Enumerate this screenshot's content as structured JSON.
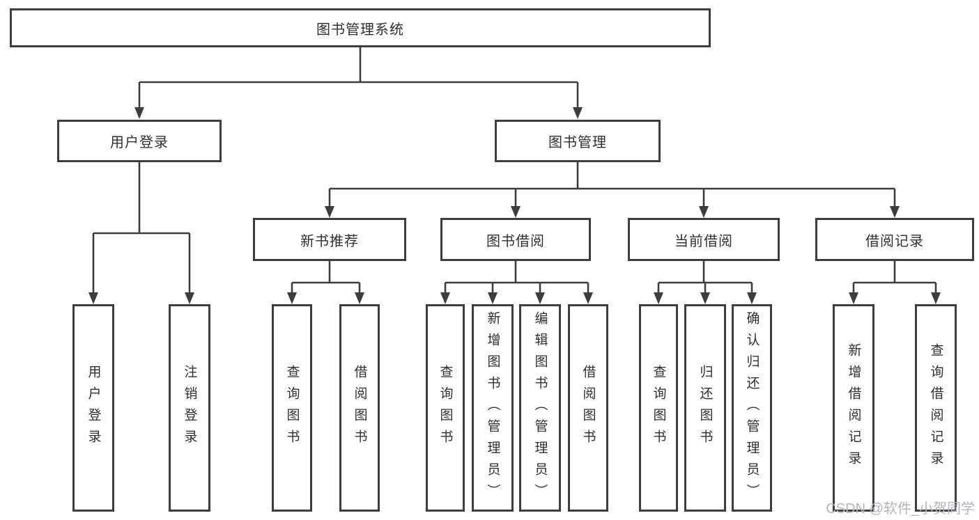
{
  "nodes": {
    "root": "图书管理系统",
    "user_login": "用户登录",
    "book_management": "图书管理",
    "new_book_recommend": "新书推荐",
    "book_borrow": "图书借阅",
    "current_borrow": "当前借阅",
    "borrow_records": "借阅记录",
    "leaf_user_login": "用户登录",
    "leaf_logout": "注销登录",
    "leaf_nbr_query_book": "查询图书",
    "leaf_nbr_borrow_book": "借阅图书",
    "leaf_bb_query_book": "查询图书",
    "leaf_bb_add_book": "新增图书（管理员）",
    "leaf_bb_edit_book": "编辑图书（管理员）",
    "leaf_bb_borrow_book": "借阅图书",
    "leaf_cb_query_book": "查询图书",
    "leaf_cb_return_book": "归还图书",
    "leaf_cb_confirm_return": "确认归还（管理员）",
    "leaf_br_add_record": "新增借阅记录",
    "leaf_br_query_record": "查询借阅记录"
  },
  "watermark": "CSDN @软件_小贺同学",
  "colors": {
    "line": "#3d3d3d",
    "text": "#303030",
    "box_bg": "#ffffff",
    "page_bg": "#ffffff",
    "watermark": "#b8b4bc"
  }
}
